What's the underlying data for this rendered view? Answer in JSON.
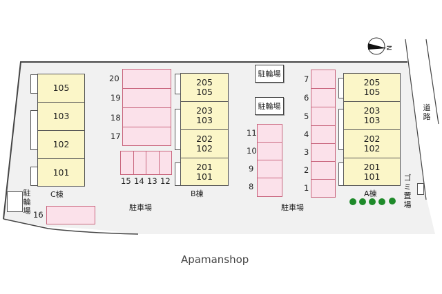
{
  "buildings": {
    "C": {
      "label": "C棟",
      "units": [
        "105",
        "103",
        "102",
        "101"
      ]
    },
    "B": {
      "label": "B棟",
      "units": [
        [
          "205",
          "105"
        ],
        [
          "203",
          "103"
        ],
        [
          "202",
          "102"
        ],
        [
          "201",
          "101"
        ]
      ]
    },
    "A": {
      "label": "A棟",
      "units": [
        [
          "205",
          "105"
        ],
        [
          "203",
          "103"
        ],
        [
          "202",
          "102"
        ],
        [
          "201",
          "101"
        ]
      ]
    }
  },
  "parking": {
    "label": "駐車場",
    "group_17_20": [
      "20",
      "19",
      "18",
      "17"
    ],
    "group_12_15": [
      "15",
      "14",
      "13",
      "12"
    ],
    "single": "16",
    "group_8_11": [
      "11",
      "10",
      "9",
      "8"
    ],
    "group_1_7": [
      "7",
      "6",
      "5",
      "4",
      "3",
      "2",
      "1"
    ]
  },
  "bicycle_parking": "駐輪場",
  "garbage": "ゴミ置場",
  "road": "道路",
  "compass": "N",
  "watermark": "Apamanshop",
  "colors": {
    "building": "#fbf6c8",
    "parking": "#fbe1ea",
    "tree": "#1e8a2a"
  }
}
